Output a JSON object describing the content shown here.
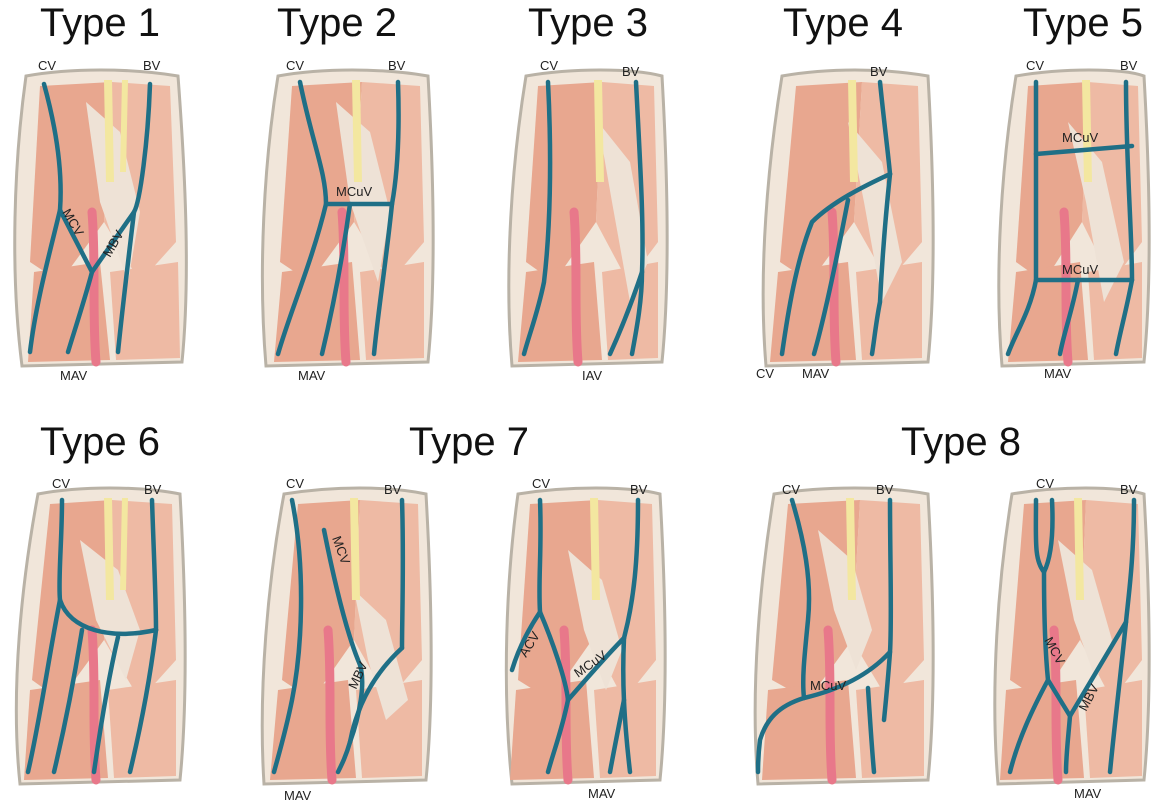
{
  "colors": {
    "vein": "#1f6f86",
    "skin_outline": "#b9b2a6",
    "skin_fill": "#f1e6da",
    "muscle": "#e8a78f",
    "muscle_light": "#eebaa4",
    "nerve": "#f3e7a0",
    "artery": "#e8788a",
    "fascia": "#eee2d6"
  },
  "types": [
    {
      "title": "Type 1",
      "panels": [
        {
          "labels": [
            "CV",
            "BV",
            "MCV",
            "MBV",
            "MAV"
          ]
        }
      ]
    },
    {
      "title": "Type 2",
      "panels": [
        {
          "labels": [
            "CV",
            "BV",
            "MCuV",
            "MAV"
          ]
        }
      ]
    },
    {
      "title": "Type 3",
      "panels": [
        {
          "labels": [
            "CV",
            "BV",
            "IAV"
          ]
        }
      ]
    },
    {
      "title": "Type 4",
      "panels": [
        {
          "labels": [
            "BV",
            "CV",
            "MAV"
          ]
        }
      ]
    },
    {
      "title": "Type 5",
      "panels": [
        {
          "labels": [
            "CV",
            "BV",
            "MCuV",
            "MCuV",
            "MAV"
          ]
        }
      ]
    },
    {
      "title": "Type 6",
      "panels": [
        {
          "labels": [
            "CV",
            "BV"
          ]
        }
      ]
    },
    {
      "title": "Type 7",
      "panels": [
        {
          "labels": [
            "CV",
            "BV",
            "MCV",
            "MBV",
            "MAV"
          ]
        },
        {
          "labels": [
            "CV",
            "BV",
            "ACV",
            "MCuV",
            "MAV"
          ]
        }
      ]
    },
    {
      "title": "Type 8",
      "panels": [
        {
          "labels": [
            "CV",
            "BV",
            "MCuV"
          ]
        },
        {
          "labels": [
            "CV",
            "BV",
            "MCV",
            "MBV",
            "MAV"
          ]
        }
      ]
    }
  ]
}
